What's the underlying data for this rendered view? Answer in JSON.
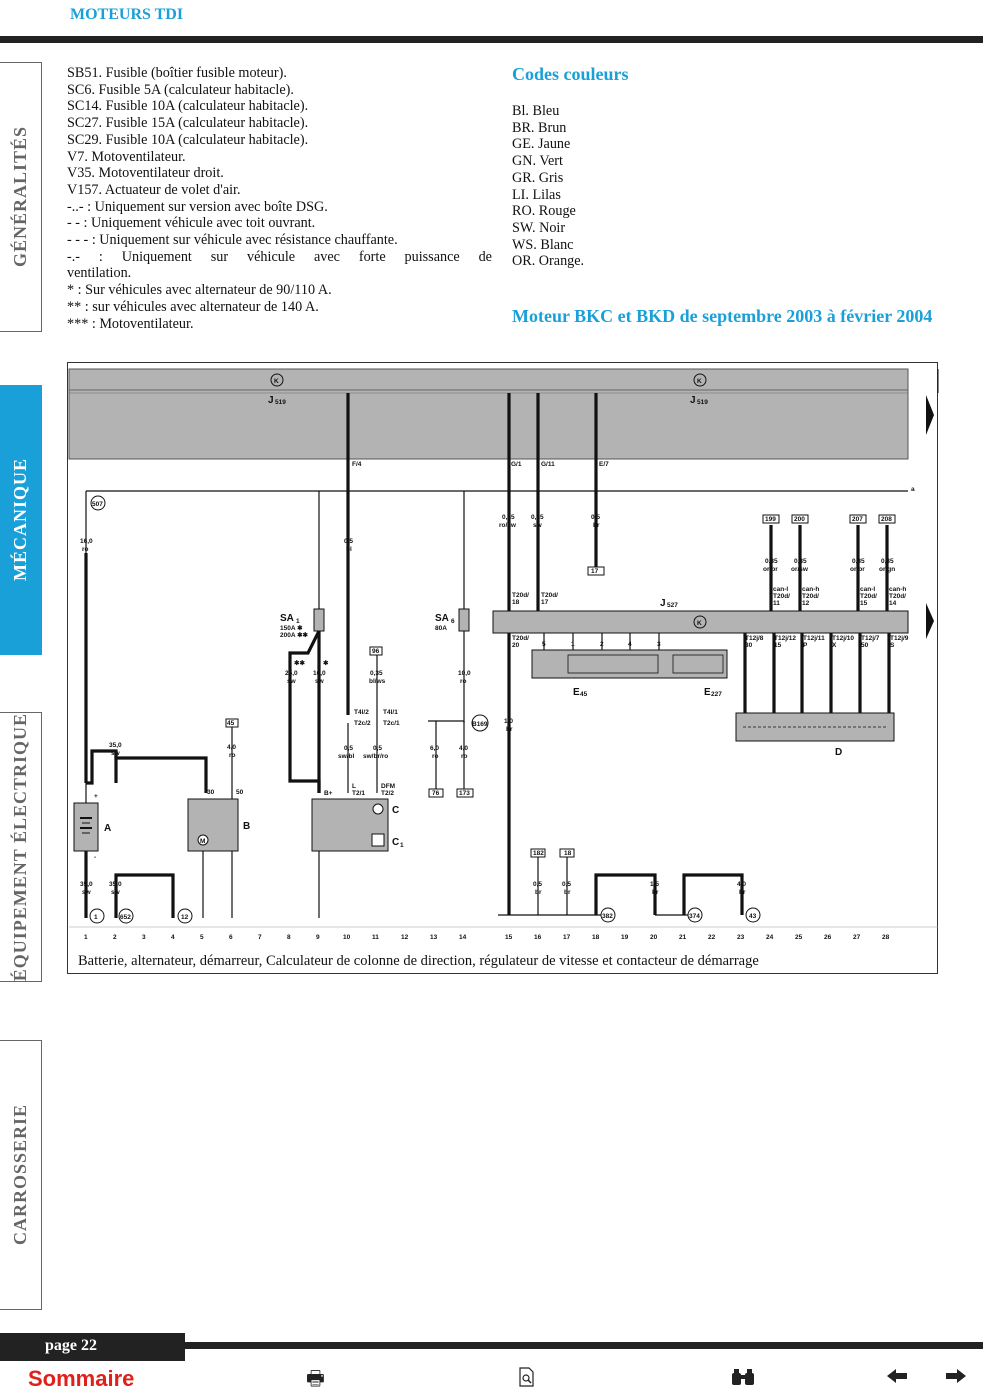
{
  "header": {
    "title": "MOTEURS TDI"
  },
  "sidebar": {
    "tabs": [
      {
        "label": "GÉNÉRALITÉS",
        "active": false
      },
      {
        "label": "MÉCANIQUE",
        "active": true
      },
      {
        "label": "ÉQUIPEMENT ÉLECTRIQUE",
        "active": false
      },
      {
        "label": "CARROSSERIE",
        "active": false
      }
    ]
  },
  "legend": [
    "SB51. Fusible (boîtier fusible moteur).",
    "SC6. Fusible 5A (calculateur habitacle).",
    "SC14. Fusible 10A (calculateur habitacle).",
    "SC27. Fusible 15A (calculateur habitacle).",
    "SC29. Fusible 10A (calculateur habitacle).",
    "V7. Motoventilateur.",
    "V35. Motoventilateur droit.",
    "V157. Actuateur de volet d'air.",
    "-..- : Uniquement sur version avec boîte DSG.",
    "- - : Uniquement véhicule avec toit ouvrant.",
    "- - - : Uniquement sur véhicule avec résistance chauffante.",
    "-.- : Uniquement sur véhicule avec forte puissance de",
    "ventilation.",
    "* : Sur véhicules avec alternateur de 90/110 A.",
    "** : sur véhicules avec alternateur de 140 A.",
    "*** : Motoventilateur."
  ],
  "codes": {
    "title": "Codes couleurs",
    "items": [
      "Bl. Bleu",
      "BR. Brun",
      "GE. Jaune",
      "GN. Vert",
      "GR. Gris",
      "LI. Lilas",
      "RO. Rouge",
      "SW. Noir",
      "WS. Blanc",
      "OR. Orange."
    ]
  },
  "engine_title": "Moteur BKC et BKD de septembre 2003 à février 2004",
  "diagram": {
    "caption": "Batterie, alternateur, démarreur, Calculateur de colonne de direction, régulateur de vitesse et contacteur de démarrage",
    "j519": "J",
    "j519_sub": "519",
    "j527": "J",
    "j527_sub": "527",
    "bus_label": "a",
    "pins_top": [
      "F/4",
      "G/1",
      "G/11",
      "E/7"
    ],
    "wire_labels": {
      "w507": "507",
      "w16ro": "16,0",
      "w16ro_c": "ro",
      "w05bl": "0,5",
      "w05bl_c": "bl",
      "w035rosw": "0,35",
      "w035rosw_c": "ro/sw",
      "w035sw": "0,35",
      "w035sw_c": "sw",
      "w05br": "0,5",
      "w05br_c": "br"
    },
    "sa1": {
      "name": "SA",
      "sub": "1",
      "l1": "150A ✱",
      "l2": "200A ✱✱"
    },
    "sa6": {
      "name": "SA",
      "sub": "6",
      "l1": "80A"
    },
    "can_boxes": [
      "199",
      "200",
      "207",
      "208"
    ],
    "can_labels": [
      {
        "v": "0,35",
        "c": "or/br",
        "n": "can-l",
        "t": "T20d/",
        "p": "11"
      },
      {
        "v": "0,35",
        "c": "or/sw",
        "n": "can-h",
        "t": "T20d/",
        "p": "12"
      },
      {
        "v": "0,35",
        "c": "or/br",
        "n": "can-l",
        "t": "T20d/",
        "p": "15"
      },
      {
        "v": "0,35",
        "c": "or/gn",
        "n": "can-h",
        "t": "T20d/",
        "p": "14"
      }
    ],
    "connectors_j527": [
      {
        "t": "T20d/",
        "p": "18"
      },
      {
        "t": "T20d/",
        "p": "17"
      },
      {
        "t": "T20d/",
        "p": "20"
      }
    ],
    "t12_labels": [
      "T12j/8",
      "T12j/12",
      "T12j/11",
      "T12j/10",
      "T12j/7",
      "T12j/9"
    ],
    "t12_pins": [
      "30",
      "15",
      "P",
      "X",
      "50",
      "S"
    ],
    "e_pins": [
      "5",
      "1",
      "2",
      "4",
      "3"
    ],
    "components": {
      "E45": "E",
      "E45_sub": "45",
      "E227": "E",
      "E227_sub": "227",
      "D": "D",
      "A": "A",
      "B": "B",
      "C": "C",
      "C1": "C",
      "C1_sub": "1"
    },
    "small_boxes": [
      "17",
      "45",
      "96",
      "76",
      "173",
      "182",
      "18"
    ],
    "circles": [
      "1",
      "652",
      "12",
      "382",
      "374",
      "43",
      "B169"
    ],
    "misc_labels": {
      "w35sw1": "35,0",
      "w35sw1_c": "sw",
      "w40ro": "4,0",
      "w40ro_c": "ro",
      "w25sw": "25,0",
      "w25sw_c": "sw",
      "w16sw": "16,0",
      "w16sw_c": "sw",
      "w035blws": "0,35",
      "w035blws_c": "bl/ws",
      "w10ro": "10,0",
      "w10ro_c": "ro",
      "w05swbl": "0,5",
      "w05swbl_c": "sw/bl",
      "w05swbrro": "0,5",
      "w05swbrro_c": "sw/br/ro",
      "w60ro": "6,0",
      "w60ro_c": "ro",
      "w40ro2": "4,0",
      "w40ro2_c": "ro",
      "w10br": "1,0",
      "w10br_c": "br",
      "w35sw_b1": "35,0",
      "w35sw_b1_c": "sw",
      "w35sw_b2": "35,0",
      "w35sw_b2_c": "sw",
      "w05br_b1": "0,5",
      "w05br_b1_c": "br",
      "w05br_b2": "0,5",
      "w05br_b2_c": "br",
      "w15br": "1,5",
      "w15br_c": "br",
      "w40br": "4,0",
      "w40br_c": "br",
      "t4l2": "T4l/2",
      "t4l1": "T4l/1",
      "t2c2": "T2c/2",
      "t2c1": "T2c/1",
      "l_label": "L",
      "t21": "T2/1",
      "dfm": "DFM",
      "t22": "T2/2",
      "bplus": "B+",
      "pin30": "30",
      "pin50": "50",
      "plus": "+",
      "minus": "-",
      "star2": "✱✱",
      "star1": "✱"
    },
    "bottom_numbers": [
      "1",
      "2",
      "3",
      "4",
      "5",
      "6",
      "7",
      "8",
      "9",
      "10",
      "11",
      "12",
      "13",
      "14",
      "15",
      "16",
      "17",
      "18",
      "19",
      "20",
      "21",
      "22",
      "23",
      "24",
      "25",
      "26",
      "27",
      "28"
    ]
  },
  "footer": {
    "page": "page 22",
    "sommaire": "Sommaire",
    "icons": [
      "printer-icon",
      "document-search-icon",
      "binoculars-icon",
      "arrow-left-icon",
      "arrow-right-icon"
    ]
  }
}
